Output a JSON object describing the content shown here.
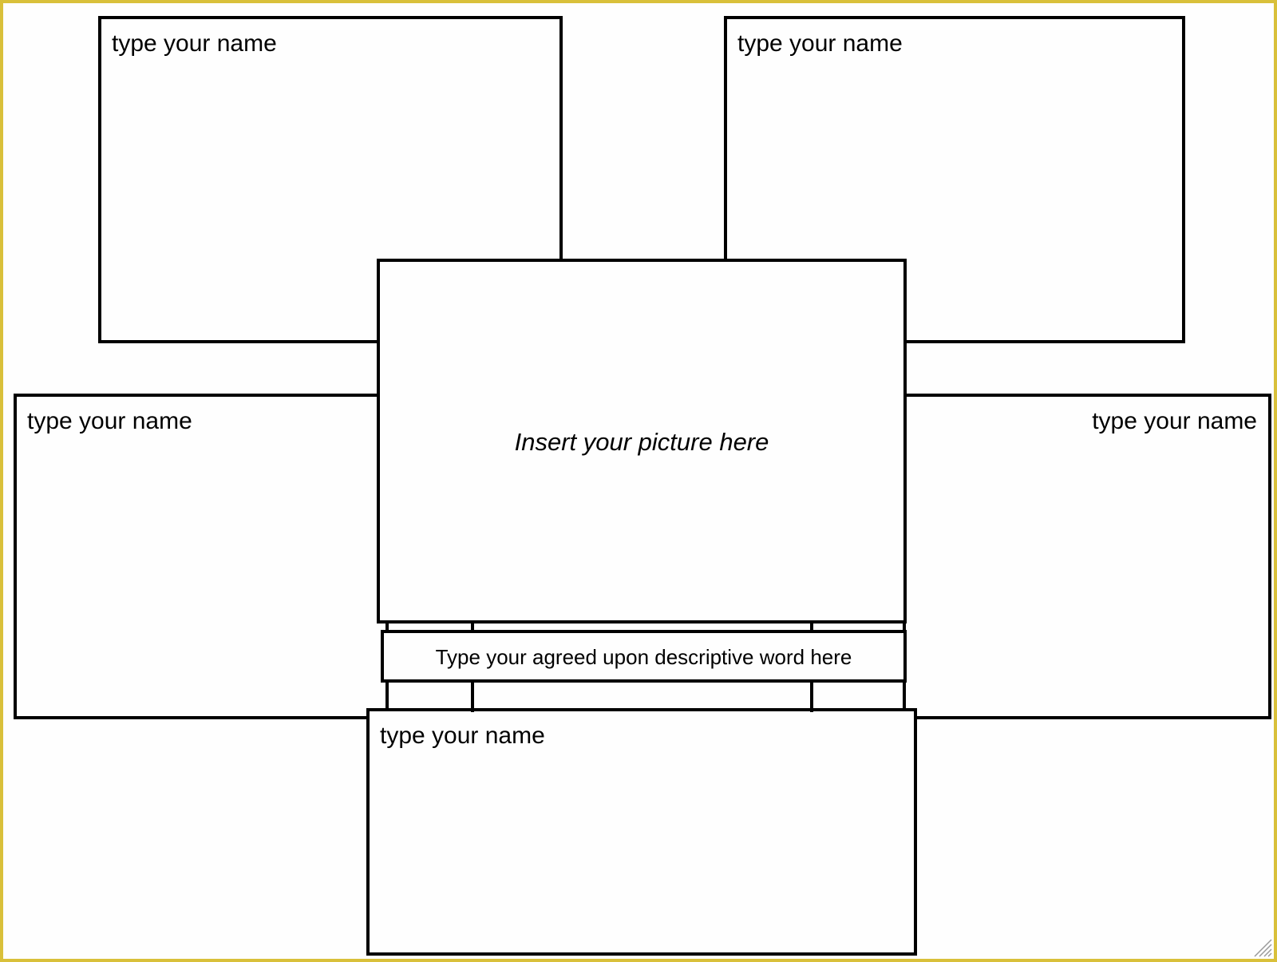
{
  "boxes": {
    "top_left_label": "type your name",
    "top_right_label": "type your name",
    "mid_left_label": "type your name",
    "mid_right_label": "type your name",
    "bottom_label": "type your name"
  },
  "center": {
    "picture_placeholder": "Insert your picture here"
  },
  "descriptive_word": {
    "label": "Type your agreed upon descriptive word here"
  },
  "colors": {
    "frame_border": "#d9c03a",
    "box_border": "#000000",
    "background": "#fefefe"
  },
  "icons": {
    "corner": "resize-grip-icon"
  }
}
